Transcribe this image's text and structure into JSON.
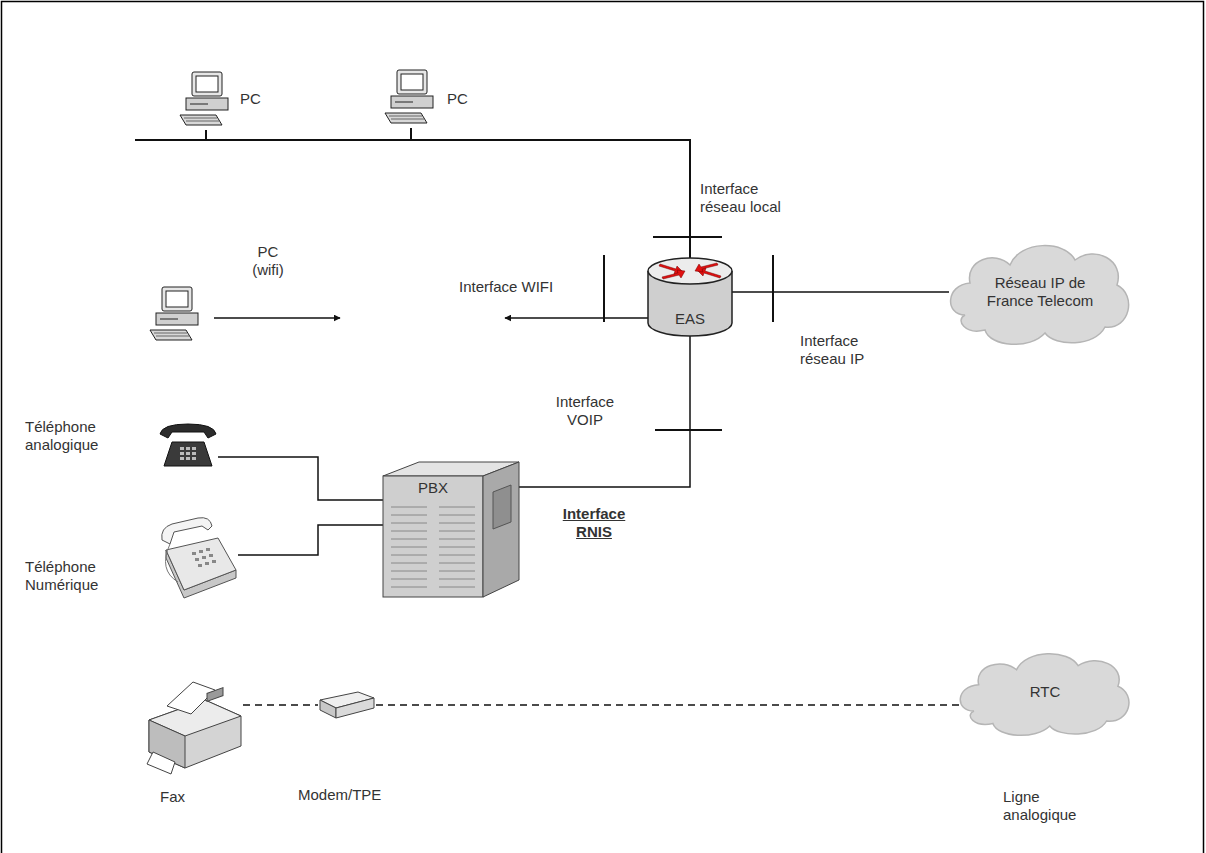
{
  "diagram": {
    "nodes": [
      {
        "text": [
          "PC"
        ]
      },
      {
        "text": [
          "PC"
        ]
      },
      {
        "text": [
          "PC (wifi)"
        ]
      },
      {
        "text": [
          "EAS"
        ]
      },
      {
        "text": [
          "Réseau IP de France Telecom"
        ]
      },
      {
        "text": [
          "Téléphone analogique"
        ]
      },
      {
        "text": [
          "PBX"
        ]
      },
      {
        "text": [
          "Téléphone Numérique"
        ]
      },
      {
        "text": [
          "RTC"
        ]
      },
      {
        "text": [
          "Fax"
        ]
      },
      {
        "text": [
          "Modem/TPE"
        ]
      }
    ],
    "edges": [
      {
        "from": 0,
        "to": 3,
        "arrow": "none"
      },
      {
        "from": 1,
        "to": 3,
        "arrow": "none"
      },
      {
        "from": 2,
        "to": 3,
        "arrow": "both"
      },
      {
        "from": 3,
        "to": 4,
        "arrow": "none"
      },
      {
        "from": 5,
        "to": 6,
        "arrow": "none"
      },
      {
        "from": 7,
        "to": 6,
        "arrow": "none"
      },
      {
        "from": 6,
        "to": 3,
        "label": "Interface RNIS",
        "arrow": "none"
      },
      {
        "from": 9,
        "to": 10,
        "arrow": "none"
      },
      {
        "from": 10,
        "to": 8,
        "label": "Ligne analogique",
        "arrow": "none"
      }
    ],
    "labels": [
      "Interface réseau local",
      "Interface WIFI",
      "Interface réseau IP",
      "Interface VOIP"
    ]
  }
}
